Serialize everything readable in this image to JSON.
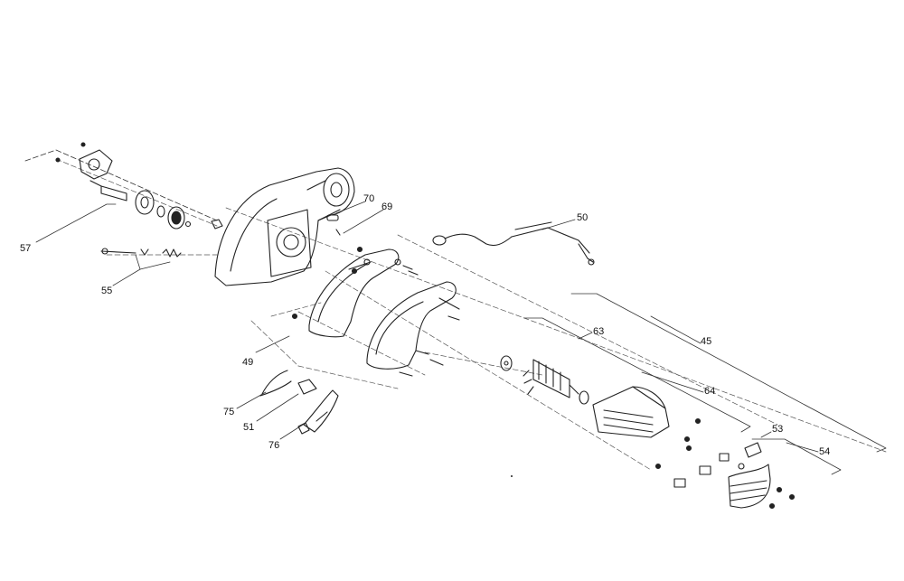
{
  "diagram": {
    "callouts": [
      {
        "id": "c57",
        "text": "57"
      },
      {
        "id": "c55",
        "text": "55"
      },
      {
        "id": "c70",
        "text": "70"
      },
      {
        "id": "c69",
        "text": "69"
      },
      {
        "id": "c50",
        "text": "50"
      },
      {
        "id": "c63",
        "text": "63"
      },
      {
        "id": "c45",
        "text": "45"
      },
      {
        "id": "c49",
        "text": "49"
      },
      {
        "id": "c64",
        "text": "64"
      },
      {
        "id": "c75",
        "text": "75"
      },
      {
        "id": "c51",
        "text": "51"
      },
      {
        "id": "c53",
        "text": "53"
      },
      {
        "id": "c76",
        "text": "76"
      },
      {
        "id": "c54",
        "text": "54"
      }
    ]
  }
}
